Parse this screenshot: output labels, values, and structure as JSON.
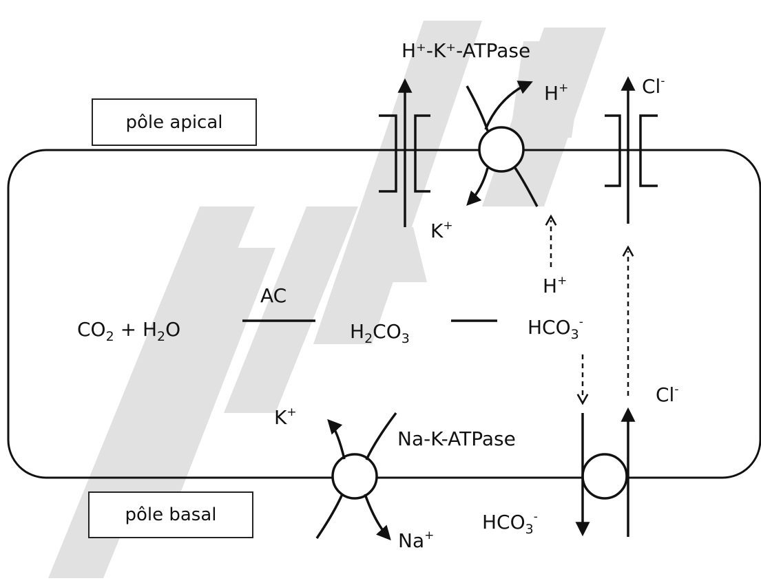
{
  "labels": {
    "pole_apical": "pôle apical",
    "pole_basal": "pôle basal",
    "hk_atpase": "H⁺-K⁺-ATPase",
    "nak_atpase": "Na-K-ATPase",
    "ac": "AC",
    "h_plus_top": "H",
    "k_plus_top": "K",
    "cl_minus_top": "Cl",
    "h_plus_mid": "H",
    "k_plus_bottom": "K",
    "na_plus": "Na",
    "cl_minus_bottom": "Cl",
    "hco3_mid": "HCO",
    "hco3_bottom": "HCO",
    "co2_h2o_part1": "CO",
    "co2_h2o_part2": " + H",
    "co2_h2o_part3": "O",
    "h2co3_part1": "H",
    "h2co3_part2": "CO",
    "sub_2": "2",
    "sub_3": "3",
    "sup_plus": "+",
    "sup_minus": "-"
  },
  "colors": {
    "stroke": "#111111",
    "watermark": "#d9d9d9",
    "background": "#ffffff"
  }
}
